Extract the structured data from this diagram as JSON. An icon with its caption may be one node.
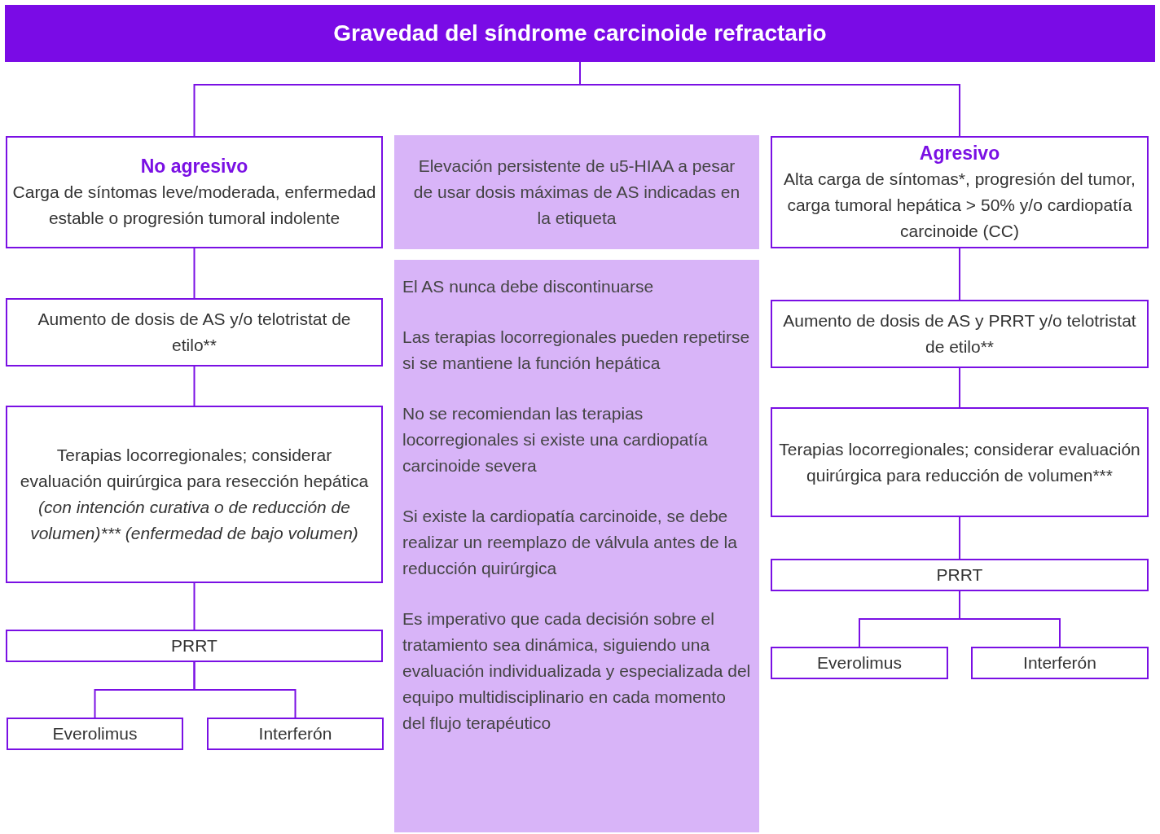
{
  "diagram": {
    "nodes": [
      {
        "text": [
          "Gravedad del síndrome carcinoide refractario"
        ]
      },
      {
        "text": [
          "No agresivo",
          "Carga de síntomas leve/moderada, enfermedad estable o progresión tumoral indolente"
        ]
      },
      {
        "text": [
          "Aumento de dosis de AS y/o telotristat de etilo**"
        ]
      },
      {
        "text": [
          "Terapias locorregionales; considerar evaluación quirúrgica para resección hepática",
          "(con intención curativa o de reducción de volumen)*** (enfermedad de bajo volumen)"
        ]
      },
      {
        "text": [
          "PRRT"
        ]
      },
      {
        "text": [
          "Everolimus"
        ]
      },
      {
        "text": [
          "Interferón"
        ]
      },
      {
        "text": [
          "Elevación persistente de u5-HIAA a pesar de usar dosis máximas de AS indicadas en la etiqueta"
        ]
      },
      {
        "text": [
          "El AS nunca debe discontinuarse",
          "Las terapias locorregionales pueden repetirse si se mantiene la función hepática",
          "No se recomiendan las terapias locorregionales si existe una cardiopatía carcinoide severa",
          "Si existe la cardiopatía carcinoide, se debe realizar un reemplazo de válvula antes de la reducción quirúrgica",
          "Es imperativo que cada decisión sobre el tratamiento sea dinámica, siguiendo una evaluación individualizada y especializada del equipo multidisciplinario en cada momento del flujo terapéutico"
        ]
      },
      {
        "text": [
          "Agresivo",
          "Alta carga de síntomas*, progresión del tumor, carga tumoral hepática > 50% y/o cardiopatía carcinoide (CC)"
        ]
      },
      {
        "text": [
          "Aumento de dosis de AS y PRRT y/o telotristat de etilo**"
        ]
      },
      {
        "text": [
          "Terapias locorregionales; considerar evaluación quirúrgica para reducción de volumen***"
        ]
      },
      {
        "text": [
          "PRRT"
        ]
      },
      {
        "text": [
          "Everolimus"
        ]
      },
      {
        "text": [
          "Interferón"
        ]
      }
    ],
    "edges": [
      {
        "from": 0,
        "to": 1,
        "arrow": "none"
      },
      {
        "from": 0,
        "to": 9,
        "arrow": "none"
      },
      {
        "from": 1,
        "to": 2,
        "arrow": "none"
      },
      {
        "from": 2,
        "to": 3,
        "arrow": "none"
      },
      {
        "from": 3,
        "to": 4,
        "arrow": "none"
      },
      {
        "from": 4,
        "to": 5,
        "arrow": "none"
      },
      {
        "from": 4,
        "to": 6,
        "arrow": "none"
      },
      {
        "from": 9,
        "to": 10,
        "arrow": "none"
      },
      {
        "from": 10,
        "to": 11,
        "arrow": "none"
      },
      {
        "from": 11,
        "to": 12,
        "arrow": "none"
      },
      {
        "from": 12,
        "to": 13,
        "arrow": "none"
      },
      {
        "from": 12,
        "to": 14,
        "arrow": "none"
      }
    ]
  }
}
